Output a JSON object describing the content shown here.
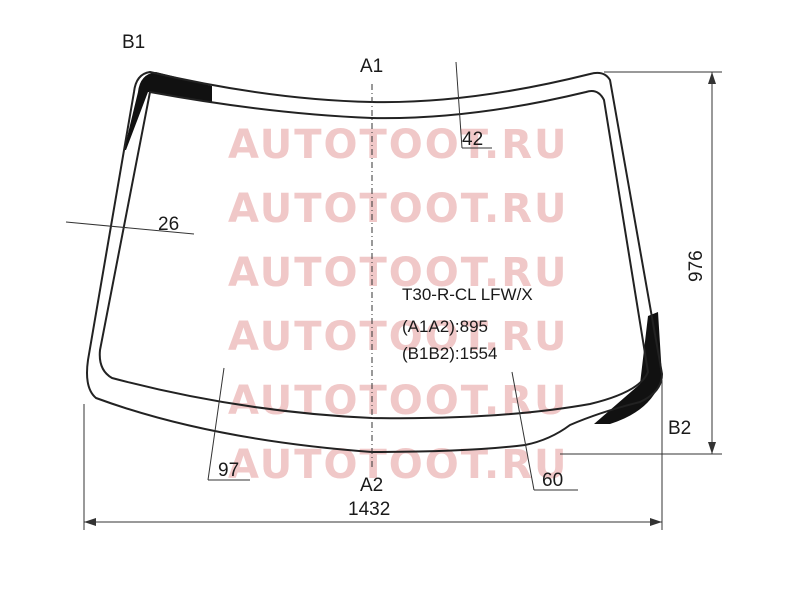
{
  "watermark": {
    "text": "AUTOTOOT.RU",
    "color": "#f0c8c8"
  },
  "labels": {
    "b1": "B1",
    "a1": "A1",
    "a2": "A2",
    "b2": "B2"
  },
  "dimensions": {
    "top_band": "42",
    "side_band": "26",
    "bottom_band": "97",
    "bottom_right_band": "60",
    "width": "1432",
    "height": "976"
  },
  "info": {
    "part_code": "T30-R-CL LFW/X",
    "a1a2": "(A1A2):895",
    "b1b2": "(B1B2):1554"
  },
  "colors": {
    "outline": "#222222",
    "ceramic_band": "#111111",
    "dimension": "#333333"
  }
}
